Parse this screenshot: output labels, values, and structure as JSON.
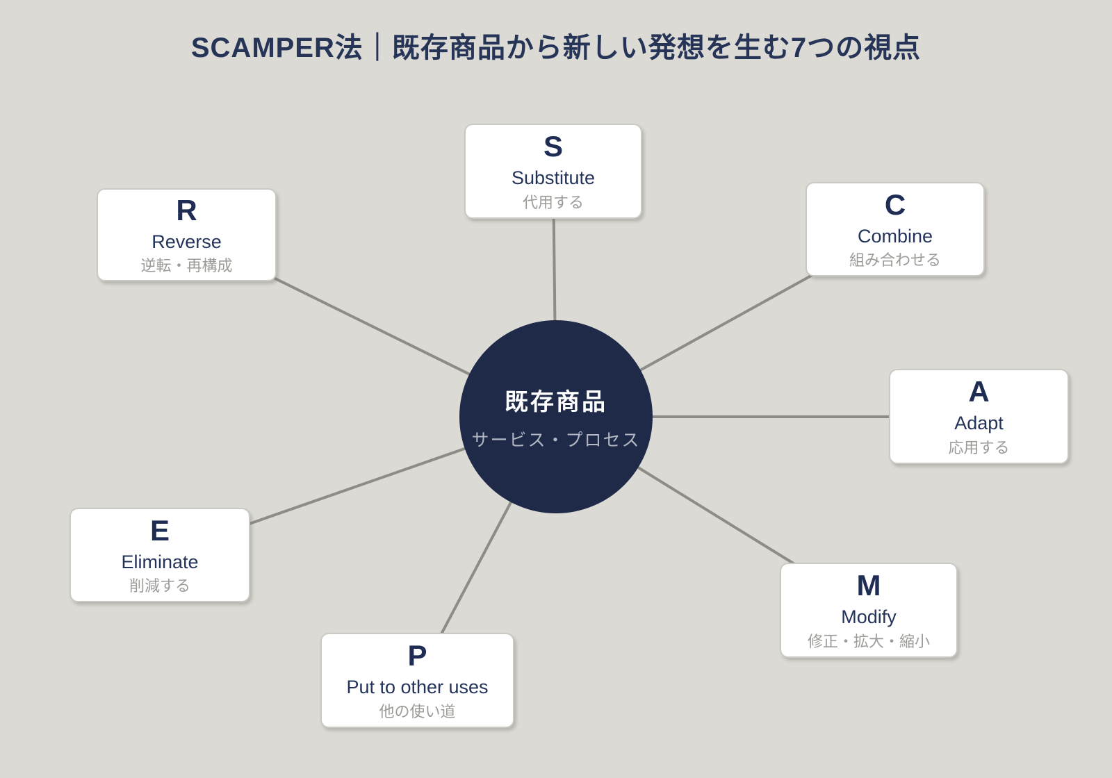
{
  "title": "SCAMPER法｜既存商品から新しい発想を生む7つの視点",
  "center": {
    "title": "既存商品",
    "subtitle": "サービス・プロセス"
  },
  "nodes": [
    {
      "id": "s",
      "letter": "S",
      "english": "Substitute",
      "japanese": "代用する"
    },
    {
      "id": "c",
      "letter": "C",
      "english": "Combine",
      "japanese": "組み合わせる"
    },
    {
      "id": "a",
      "letter": "A",
      "english": "Adapt",
      "japanese": "応用する"
    },
    {
      "id": "m",
      "letter": "M",
      "english": "Modify",
      "japanese": "修正・拡大・縮小"
    },
    {
      "id": "p",
      "letter": "P",
      "english": "Put to other uses",
      "japanese": "他の使い道"
    },
    {
      "id": "e",
      "letter": "E",
      "english": "Eliminate",
      "japanese": "削減する"
    },
    {
      "id": "r",
      "letter": "R",
      "english": "Reverse",
      "japanese": "逆転・再構成"
    }
  ],
  "colors": {
    "background": "#dcdad4",
    "circle_fill": "#1f2a48",
    "title_text": "#253457",
    "node_text_navy": "#24335a",
    "node_text_gray": "#9b9b97",
    "circle_subtitle": "#b4b8c3",
    "connector_line": "#8e8c86",
    "node_background": "#ffffff",
    "node_border": "#cbc9c3"
  }
}
